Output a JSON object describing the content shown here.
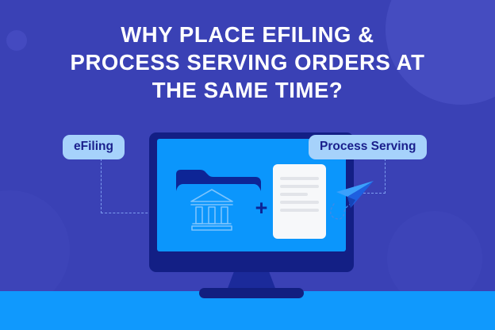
{
  "headline": {
    "line1": "WHY PLACE EFILING &",
    "line2": "PROCESS SERVING ORDERS AT",
    "line3": "THE SAME TIME?"
  },
  "badges": {
    "left": "eFiling",
    "right": "Process Serving"
  },
  "monitor": {
    "plus": "+"
  },
  "colors": {
    "background": "#3a41b5",
    "bottom_strip": "#1099fd",
    "screen": "#0b96fc",
    "bezel": "#131f85",
    "badge_bg": "#a6d2fb",
    "badge_text": "#1a1f8c",
    "headline_text": "#ffffff",
    "dashed_line": "#7d9df0",
    "folder": "#0d2596",
    "document": "#f7f8fa",
    "icon_outline": "#7cc4fd"
  }
}
